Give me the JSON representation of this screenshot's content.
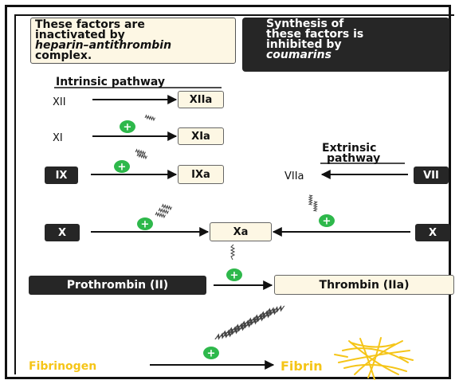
{
  "legend": {
    "heparin_lines": [
      "These factors are",
      "inactivated by",
      "heparin–antithrombin",
      "complex."
    ],
    "coumarin_lines": [
      "Synthesis of",
      "these factors is",
      "inhibited by",
      "coumarins"
    ]
  },
  "intrinsic": {
    "heading": "Intrinsic pathway",
    "xii": "XII",
    "xiia": "XIIa",
    "xi": "XI",
    "xia": "XIa",
    "ix": "IX",
    "ixa": "IXa"
  },
  "extrinsic": {
    "heading_line1": "Extrinsic",
    "heading_line2": "pathway",
    "viia": "VIIa",
    "vii": "VII"
  },
  "common": {
    "x_left": "X",
    "x_right": "X",
    "xa": "Xa",
    "prothrombin": "Prothrombin (II)",
    "thrombin": "Thrombin (IIa)",
    "fibrinogen": "Fibrinogen",
    "fibrin": "Fibrin"
  },
  "symbols": {
    "plus": "+"
  },
  "colors": {
    "dark_box": "#262626",
    "light_box": "#fdf7e4",
    "activator_green": "#2eb84b",
    "fibrin_yellow": "#f5c518"
  }
}
